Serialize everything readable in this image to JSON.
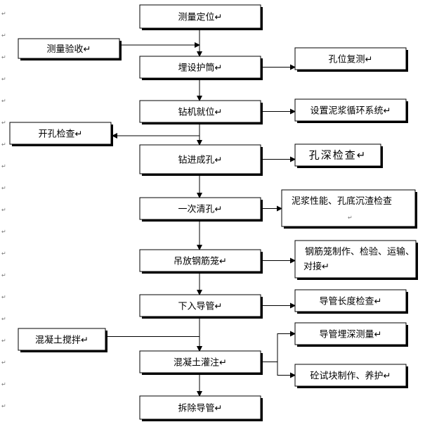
{
  "nodes": [
    {
      "id": "measure_position",
      "label": "测量定位"
    },
    {
      "id": "measure_accept",
      "label": "测量验收"
    },
    {
      "id": "bury_casing",
      "label": "埋设护筒"
    },
    {
      "id": "hole_recheck",
      "label": "孔位复测"
    },
    {
      "id": "drill_in_place",
      "label": "钻机就位"
    },
    {
      "id": "mud_cycle",
      "label": "设置泥浆循环系统"
    },
    {
      "id": "open_check",
      "label": "开孔检查"
    },
    {
      "id": "drill_hole",
      "label": "钻进成孔"
    },
    {
      "id": "depth_check",
      "label": "孔深检查"
    },
    {
      "id": "first_clean",
      "label": "一次清孔"
    },
    {
      "id": "mud_check",
      "label": "泥浆性能、孔底沉渣检查"
    },
    {
      "id": "cage_lower",
      "label": "吊放钢筋笼"
    },
    {
      "id": "cage_make",
      "label": "钢筋笼制作、检验、运输、对接"
    },
    {
      "id": "pipe_lower",
      "label": "下入导管"
    },
    {
      "id": "pipe_len",
      "label": "导管长度检查"
    },
    {
      "id": "concrete_mix",
      "label": "混凝土搅拌"
    },
    {
      "id": "concrete_pour",
      "label": "混凝土灌注"
    },
    {
      "id": "pipe_depth",
      "label": "导管埋深测量"
    },
    {
      "id": "specimen",
      "label": "砼试块制作、养护"
    },
    {
      "id": "remove_pipe",
      "label": "拆除导管"
    }
  ],
  "edges": [
    {
      "from": "measure_position",
      "to": "bury_casing"
    },
    {
      "from": "measure_accept",
      "to": "bury_casing"
    },
    {
      "from": "bury_casing",
      "to": "hole_recheck"
    },
    {
      "from": "bury_casing",
      "to": "drill_in_place"
    },
    {
      "from": "drill_in_place",
      "to": "mud_cycle"
    },
    {
      "from": "drill_in_place",
      "to": "open_check"
    },
    {
      "from": "drill_in_place",
      "to": "drill_hole"
    },
    {
      "from": "drill_hole",
      "to": "depth_check"
    },
    {
      "from": "drill_hole",
      "to": "first_clean"
    },
    {
      "from": "first_clean",
      "to": "mud_check"
    },
    {
      "from": "first_clean",
      "to": "cage_lower"
    },
    {
      "from": "cage_lower",
      "to": "cage_make"
    },
    {
      "from": "cage_lower",
      "to": "pipe_lower"
    },
    {
      "from": "pipe_lower",
      "to": "pipe_len"
    },
    {
      "from": "pipe_lower",
      "to": "concrete_pour"
    },
    {
      "from": "concrete_mix",
      "to": "concrete_pour"
    },
    {
      "from": "concrete_pour",
      "to": "pipe_depth"
    },
    {
      "from": "concrete_pour",
      "to": "specimen"
    },
    {
      "from": "concrete_pour",
      "to": "remove_pipe"
    }
  ],
  "paragraph_mark": "↵"
}
